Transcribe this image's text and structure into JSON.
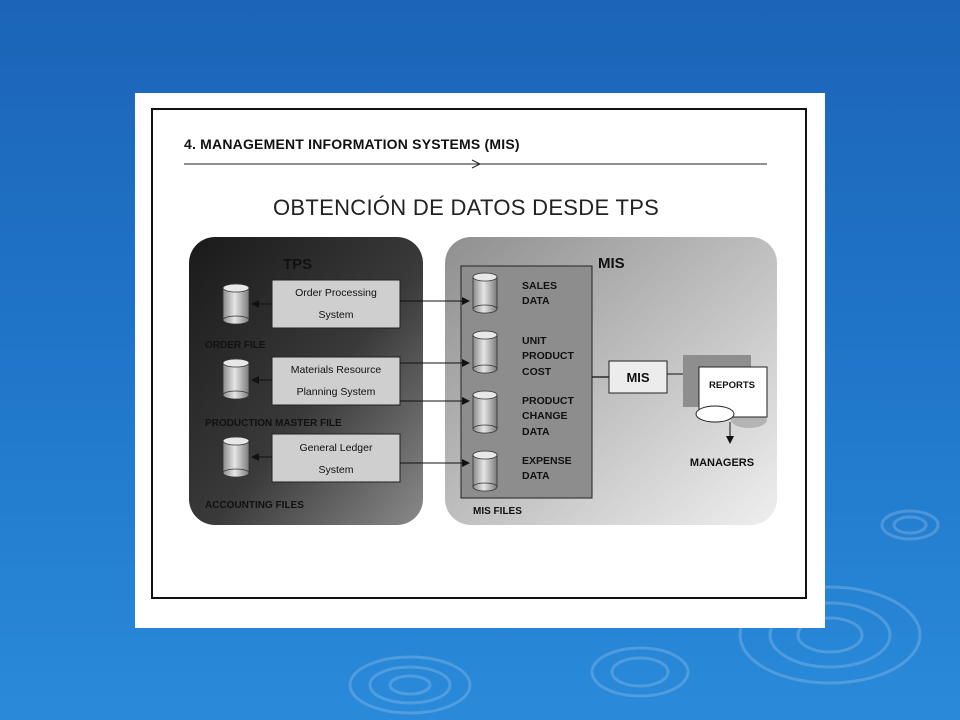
{
  "section_heading": "4. MANAGEMENT INFORMATION SYSTEMS (MIS)",
  "main_title": "OBTENCIÓN DE DATOS DESDE TPS",
  "tps": {
    "title": "TPS",
    "systems": [
      {
        "line1": "Order Processing",
        "line2": "System",
        "file_label": "ORDER FILE"
      },
      {
        "line1": "Materials Resource",
        "line2": "Planning System",
        "file_label": "PRODUCTION MASTER FILE"
      },
      {
        "line1": "General Ledger",
        "line2": "System",
        "file_label": "ACCOUNTING FILES"
      }
    ]
  },
  "mis": {
    "title": "MIS",
    "files_label": "MIS FILES",
    "data_items": [
      [
        "SALES",
        "DATA"
      ],
      [
        "UNIT",
        "PRODUCT",
        "COST"
      ],
      [
        "PRODUCT",
        "CHANGE",
        "DATA"
      ],
      [
        "EXPENSE",
        "DATA"
      ]
    ],
    "process_label": "MIS",
    "reports_label": "REPORTS",
    "managers_label": "MANAGERS"
  },
  "colors": {
    "background_blue": "#1f74c8",
    "tps_panel_dark": "#2e2e2e",
    "mis_panel_gray": "#a8a8a8"
  }
}
